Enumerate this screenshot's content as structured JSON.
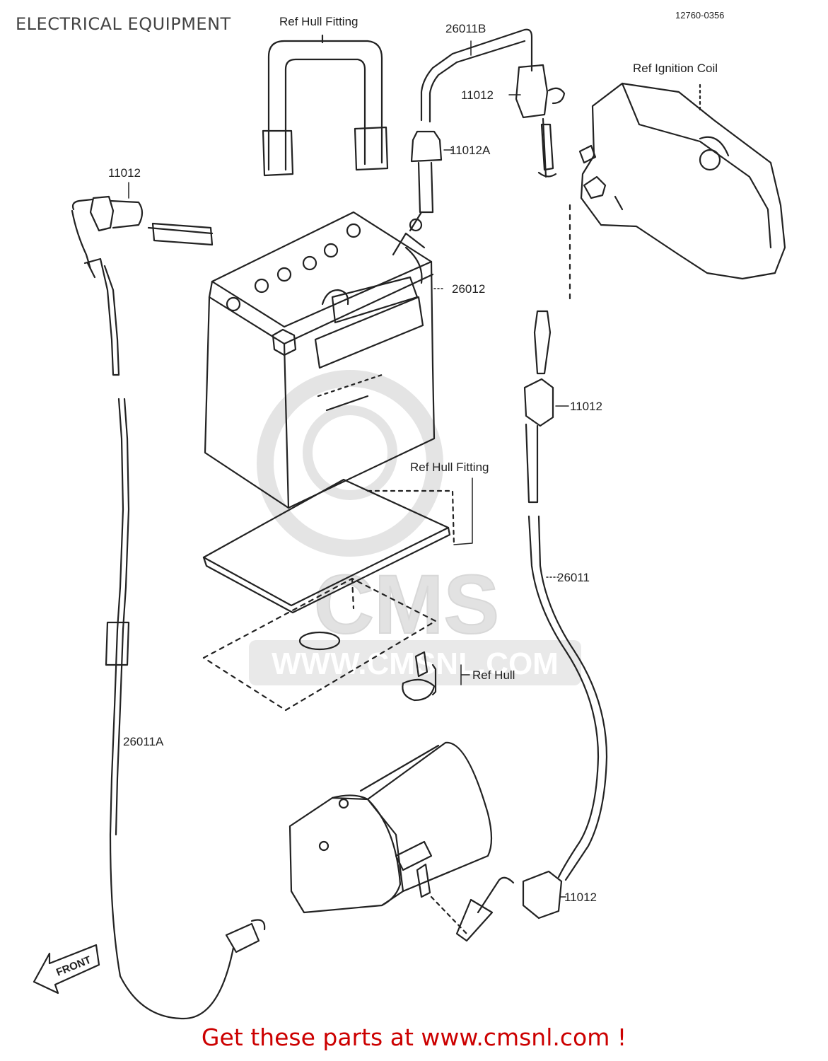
{
  "page": {
    "title": "ELECTRICAL EQUIPMENT",
    "footer_link": "Get these parts at www.cmsnl.com !",
    "drawing_number": "12760-0356"
  },
  "watermark": {
    "brand": "CMS",
    "url": "WWW.CMSNL.COM"
  },
  "labels": {
    "ref_hull_fitting_top": "Ref Hull Fitting",
    "ref_ignition_coil": "Ref Ignition Coil",
    "part_26011b": "26011B",
    "part_11012_top": "11012",
    "part_11012a": "11012A",
    "part_11012_left": "11012",
    "part_26012": "26012",
    "part_11012_right": "11012",
    "ref_hull_fitting_mid": "Ref Hull Fitting",
    "part_26011": "26011",
    "ref_hull": "Ref Hull",
    "part_26011a": "26011A",
    "part_11012_bottom": "11012",
    "front_arrow": "FRONT"
  },
  "colors": {
    "line": "#222222",
    "watermark": "#e2e2e2",
    "footer": "#cc0000"
  }
}
